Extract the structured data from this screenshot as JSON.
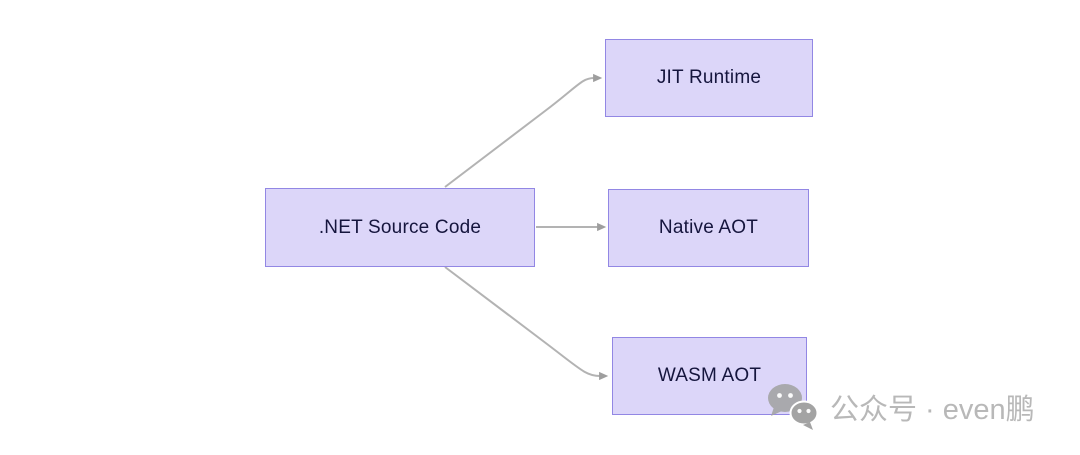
{
  "diagram": {
    "type": "flowchart",
    "direction": "left-to-right",
    "nodes": [
      {
        "id": "source",
        "label": ".NET Source Code"
      },
      {
        "id": "jit",
        "label": "JIT Runtime"
      },
      {
        "id": "native_aot",
        "label": "Native AOT"
      },
      {
        "id": "wasm_aot",
        "label": "WASM AOT"
      }
    ],
    "edges": [
      {
        "from": ".NET Source Code",
        "to": "JIT Runtime"
      },
      {
        "from": ".NET Source Code",
        "to": "Native AOT"
      },
      {
        "from": ".NET Source Code",
        "to": "WASM AOT"
      }
    ],
    "colors": {
      "node_fill": "#dcd6f9",
      "node_border": "#9287e4",
      "node_text": "#15153d",
      "edge_line": "#b3b3b3",
      "arrowhead": "#9e9e9e",
      "background": "#ffffff"
    }
  },
  "watermark": {
    "icon": "wechat-icon",
    "text": "公众号 · even鹏",
    "color": "#b8b8b8"
  }
}
